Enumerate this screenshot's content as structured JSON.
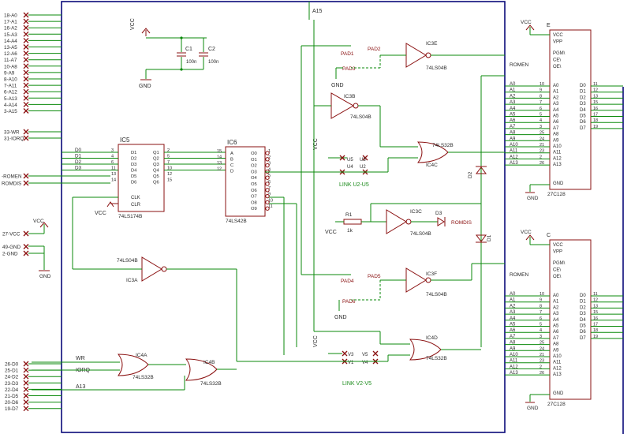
{
  "connector_pins": [
    "18-A0",
    "17-A1",
    "16-A2",
    "15-A3",
    "14-A4",
    "13-A5",
    "12-A6",
    "11-A7",
    "10-A8",
    "9-A9",
    "8-A10",
    "7-A11",
    "6-A12",
    "5-A13",
    "4-A14",
    "3-A15"
  ],
  "control_pins": [
    "33-WR",
    "31-IORQ"
  ],
  "rom_pins": [
    "-ROMEN",
    "ROMDIS"
  ],
  "power_pins": [
    "27-VCC",
    "49-GND",
    "2-GND"
  ],
  "data_pins": [
    "26-D0",
    "25-D1",
    "24-D2",
    "23-D3",
    "22-D4",
    "21-D5",
    "20-D6",
    "19-D7"
  ],
  "labels": {
    "a15": "A15",
    "vcc": "VCC",
    "gnd": "GND",
    "c1": "C1",
    "c1_val": "100n",
    "c2": "C2",
    "c2_val": "100n",
    "ic5": "IC5",
    "ic5_part": "74LS174B",
    "ic6": "IC6",
    "ic6_part": "74LS42B",
    "ic3a": "IC3A",
    "ic3a_part": "74LS04B",
    "ic3b": "IC3B",
    "ic3b_part": "74LS04B",
    "ic3c": "IC3C",
    "ic3c_part": "74LS04B",
    "ic3e": "IC3E",
    "ic3e_part": "74LS04B",
    "ic3f": "IC3F",
    "ic3f_part": "74LS04B",
    "ic4a": "IC4A",
    "ic4a_part": "74LS32B",
    "ic4b": "IC4B",
    "ic4b_part": "74LS32B",
    "ic4c": "IC4C",
    "ic4c_part": "74LS32B",
    "ic4d": "IC4D",
    "ic4d_part": "74LS32B",
    "pad1": "PAD1",
    "pad2": "PAD2",
    "pad3": "PAD3",
    "pad4": "PAD4",
    "pad5": "PAD5",
    "pad6": "PAD6",
    "link_u": "LINK U2-U5",
    "link_v": "LINK V2-V5",
    "r1": "R1",
    "r1_val": "1k",
    "d1": "D1",
    "d2": "D2",
    "d3": "D3",
    "romdis": "ROMDIS",
    "romen": "ROMEN",
    "rom_e": "E",
    "rom_c": "C",
    "rom_part": "27C128",
    "wr": "WR",
    "iorq": "IORQ",
    "a13": "A13",
    "ic5_in": [
      "D0",
      "D1",
      "D2",
      "D3"
    ],
    "ic5_pins_l": [
      "D1",
      "D2",
      "D3",
      "D4",
      "D5",
      "D6"
    ],
    "ic5_pins_r": [
      "Q1",
      "Q2",
      "Q3",
      "Q4",
      "Q5",
      "Q6"
    ],
    "clk": "CLK",
    "clr": "CLR",
    "ic6_in": [
      "A",
      "B",
      "C",
      "D"
    ],
    "ic6_out": [
      "O0",
      "O1",
      "O2",
      "O3",
      "O4",
      "O5",
      "O6",
      "O7",
      "O8",
      "O9"
    ],
    "u_links": [
      "U5",
      "U4",
      "U3",
      "U2"
    ],
    "v_links": [
      "V3",
      "V1",
      "V5",
      "V4"
    ],
    "rom_top": [
      "VCC",
      "VPP",
      "PGM\\",
      "CE\\",
      "OE\\"
    ],
    "rom_addr": [
      "A0",
      "A1",
      "A2",
      "A3",
      "A4",
      "A5",
      "A6",
      "A7",
      "A8",
      "A9",
      "A10",
      "A11",
      "A12",
      "A13"
    ],
    "rom_data": [
      "D0",
      "D1",
      "D2",
      "D3",
      "D4",
      "D5",
      "D6",
      "D7"
    ],
    "rom_addr_pins": [
      "10",
      "9",
      "8",
      "7",
      "6",
      "5",
      "4",
      "3",
      "25",
      "24",
      "21",
      "23",
      "2",
      "26"
    ],
    "rom_data_pins": [
      "11",
      "12",
      "13",
      "15",
      "16",
      "17",
      "18",
      "19"
    ]
  }
}
